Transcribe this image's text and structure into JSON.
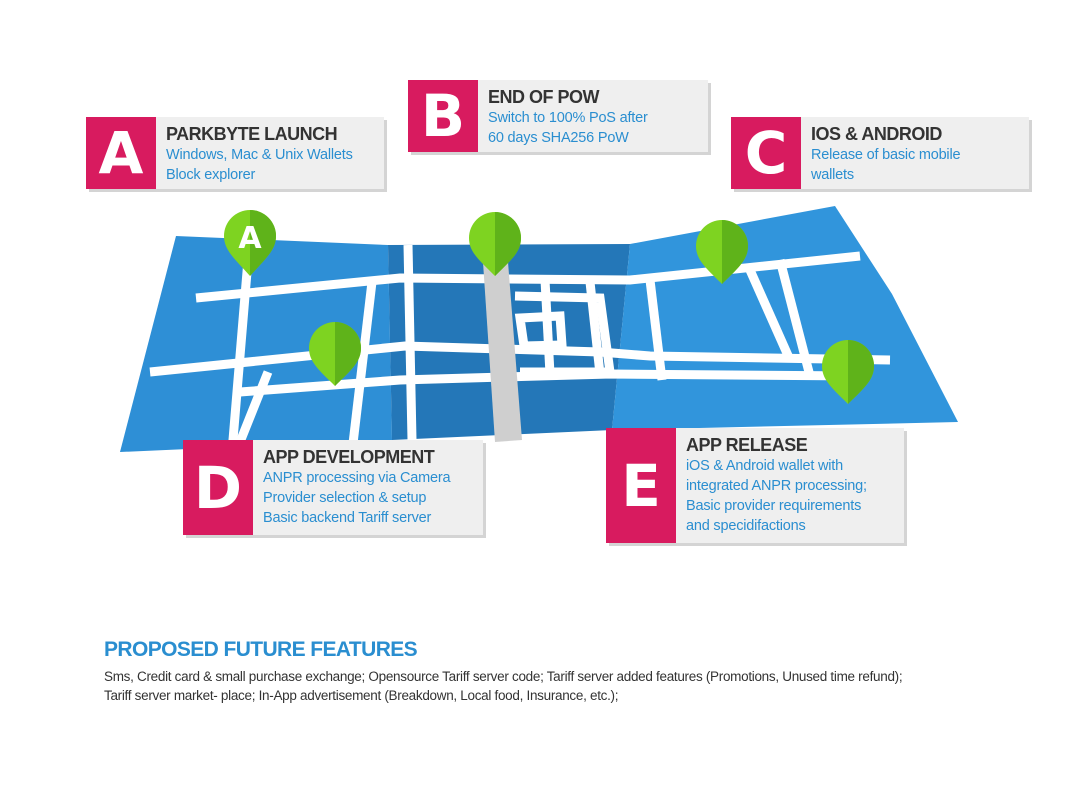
{
  "colors": {
    "map_blue": "#2e8fd6",
    "map_blue_dark": "#2474b3",
    "road": "#ffffff",
    "highway": "#cfcfcf",
    "pin_green": "#7ed321",
    "badge_pink": "#d81b5f",
    "heading_dark": "#333333",
    "text_blue": "#2a8ed0"
  },
  "map": {
    "pin_a_letter": "A"
  },
  "milestones": [
    {
      "letter": "A",
      "title": "PARKBYTE LAUNCH",
      "lines": [
        "Windows, Mac & Unix Wallets",
        "Block explorer"
      ]
    },
    {
      "letter": "B",
      "title": "END OF POW",
      "lines": [
        "Switch to 100% PoS after",
        "60 days SHA256 PoW"
      ]
    },
    {
      "letter": "C",
      "title": "IOS & ANDROID",
      "lines": [
        "Release of basic mobile",
        "wallets"
      ]
    },
    {
      "letter": "D",
      "title": "APP DEVELOPMENT",
      "lines": [
        "ANPR processing via Camera",
        "Provider selection & setup",
        "Basic backend Tariff server"
      ]
    },
    {
      "letter": "E",
      "title": "APP RELEASE",
      "lines": [
        "iOS & Android wallet with",
        "integrated ANPR processing;",
        "Basic provider requirements",
        "and specidifactions"
      ]
    }
  ],
  "future": {
    "title": "PROPOSED FUTURE FEATURES",
    "lines": [
      "Sms, Credit card & small purchase exchange; Opensource Tariff server code; Tariff server added features (Promotions, Unused time refund);",
      "Tariff server market- place; In-App advertisement (Breakdown, Local food, Insurance, etc.);"
    ]
  }
}
